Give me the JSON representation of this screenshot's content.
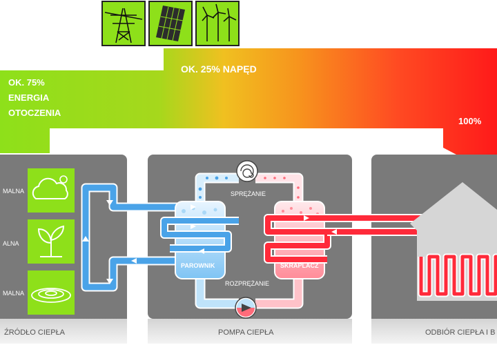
{
  "energy_flow": {
    "drive_label": "OK. 25% NAPĘD",
    "ambient_label_lines": [
      "OK. 75%",
      "ENERGIA",
      "OTOCZENIA"
    ],
    "output_label": "100%",
    "drive_icons": [
      "power-pylon-icon",
      "solar-panel-icon",
      "wind-turbine-icon"
    ]
  },
  "heat_source": {
    "footer_label": "ŹRÓDŁO CIEPŁA",
    "tile_labels": [
      "MALNA",
      "ALNA",
      "MALNA"
    ],
    "tile_icons": [
      "cloud-sun-icon",
      "seedling-icon",
      "water-ripple-icon"
    ]
  },
  "heat_pump": {
    "footer_label": "POMPA CIEPŁA",
    "compression_label": "SPRĘŻANIE",
    "expansion_label": "ROZPRĘŻANIE",
    "evaporator_label": "PAROWNIK",
    "condenser_label": "SKRAPLACZ"
  },
  "heat_receiver": {
    "footer_label": "ODBIÓR CIEPŁA I B"
  },
  "colors": {
    "green": "#7ed321",
    "red": "#ff2020",
    "panel_gray": "#7a7a7a",
    "cold_pipe": "#4aa3e8",
    "hot_pipe": "#ff2a3a"
  }
}
